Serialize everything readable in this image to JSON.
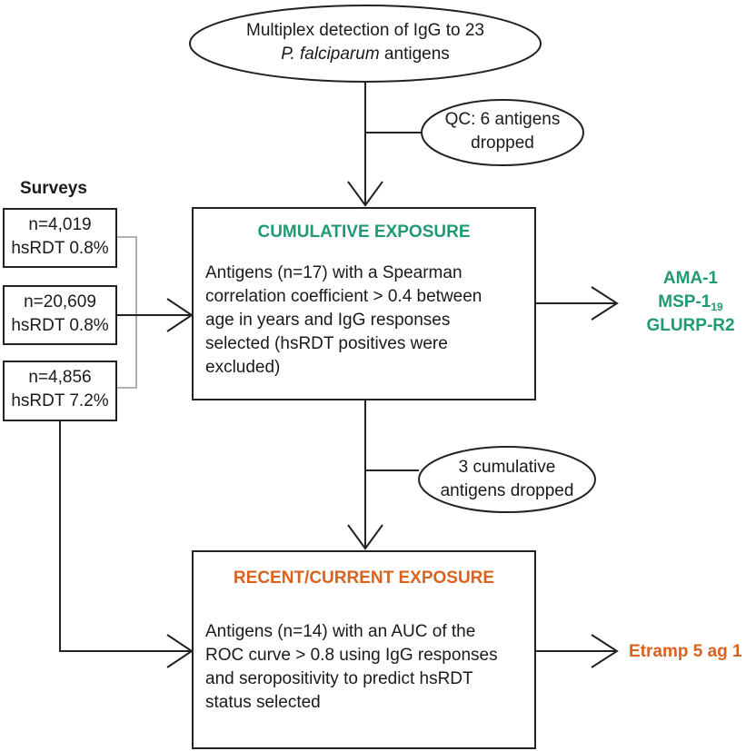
{
  "top_ellipse": {
    "line1": "Multiplex detection of IgG to 23",
    "species": "P. falciparum",
    "line2_rest": " antigens"
  },
  "qc_ellipse": {
    "line1": "QC: 6 antigens",
    "line2": "dropped"
  },
  "surveys": {
    "title": "Surveys",
    "items": [
      {
        "n": "n=4,019",
        "hsrdt": "hsRDT 0.8%"
      },
      {
        "n": "n=20,609",
        "hsrdt": "hsRDT 0.8%"
      },
      {
        "n": "n=4,856",
        "hsrdt": "hsRDT 7.2%"
      }
    ]
  },
  "cumulative": {
    "title": "CUMULATIVE EXPOSURE",
    "lines": [
      "Antigens (n=17) with a Spearman",
      "correlation coefficient > 0.4 between",
      "age in years and IgG responses",
      "selected (hsRDT positives were",
      "excluded)"
    ],
    "outputs": {
      "ama": "AMA-1",
      "msp": "MSP-1",
      "msp_sub": "19",
      "glurp": "GLURP-R2"
    }
  },
  "dropped_ellipse": {
    "line1": "3 cumulative",
    "line2": "antigens dropped"
  },
  "recent": {
    "title": "RECENT/CURRENT EXPOSURE",
    "lines": [
      "Antigens (n=14) with an AUC of the",
      "ROC curve > 0.8 using IgG responses",
      "and seropositivity to predict hsRDT",
      "status selected"
    ],
    "output": "Etramp 5 ag 1"
  },
  "colors": {
    "green": "#1f9a74",
    "orange": "#d9631e",
    "line": "#222222",
    "bracket": "#999999"
  }
}
